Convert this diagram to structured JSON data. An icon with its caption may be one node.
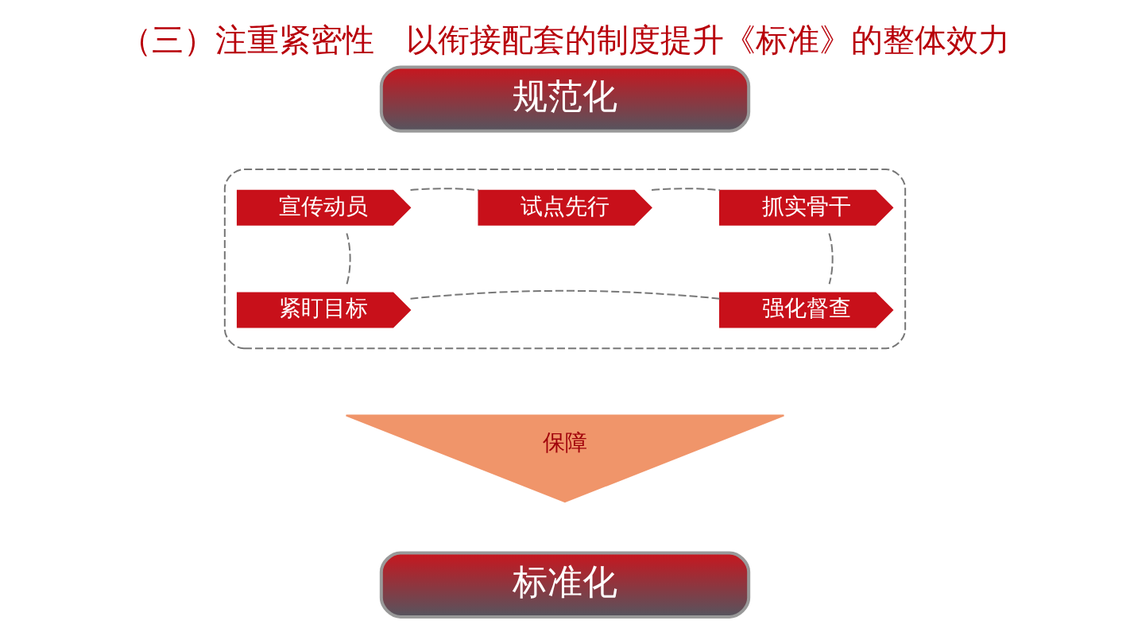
{
  "diagram": {
    "title": "（三）注重紧密性　以衔接配套的制度提升《标准》的整体效力",
    "nodes": [
      {
        "text": [
          "规范化"
        ]
      },
      {
        "text": [],
        "shape": "box"
      },
      {
        "text": [
          "宣传动员"
        ],
        "in": 1
      },
      {
        "text": [
          "试点先行"
        ],
        "in": 1
      },
      {
        "text": [
          "抓实骨干"
        ],
        "in": 1
      },
      {
        "text": [
          "紧盯目标"
        ],
        "in": 1
      },
      {
        "text": [
          "强化督查"
        ],
        "in": 1
      },
      {
        "text": [
          "保障"
        ]
      },
      {
        "text": [
          "标准化"
        ]
      }
    ],
    "edges": [
      {
        "from": 2,
        "to": 3,
        "arrow": "none",
        "style": "dashed"
      },
      {
        "from": 3,
        "to": 4,
        "arrow": "none",
        "style": "dashed"
      },
      {
        "from": 4,
        "to": 6,
        "arrow": "none",
        "style": "dashed"
      },
      {
        "from": 6,
        "to": 5,
        "arrow": "none",
        "style": "dashed"
      },
      {
        "from": 5,
        "to": 2,
        "arrow": "none",
        "style": "dashed"
      }
    ]
  }
}
